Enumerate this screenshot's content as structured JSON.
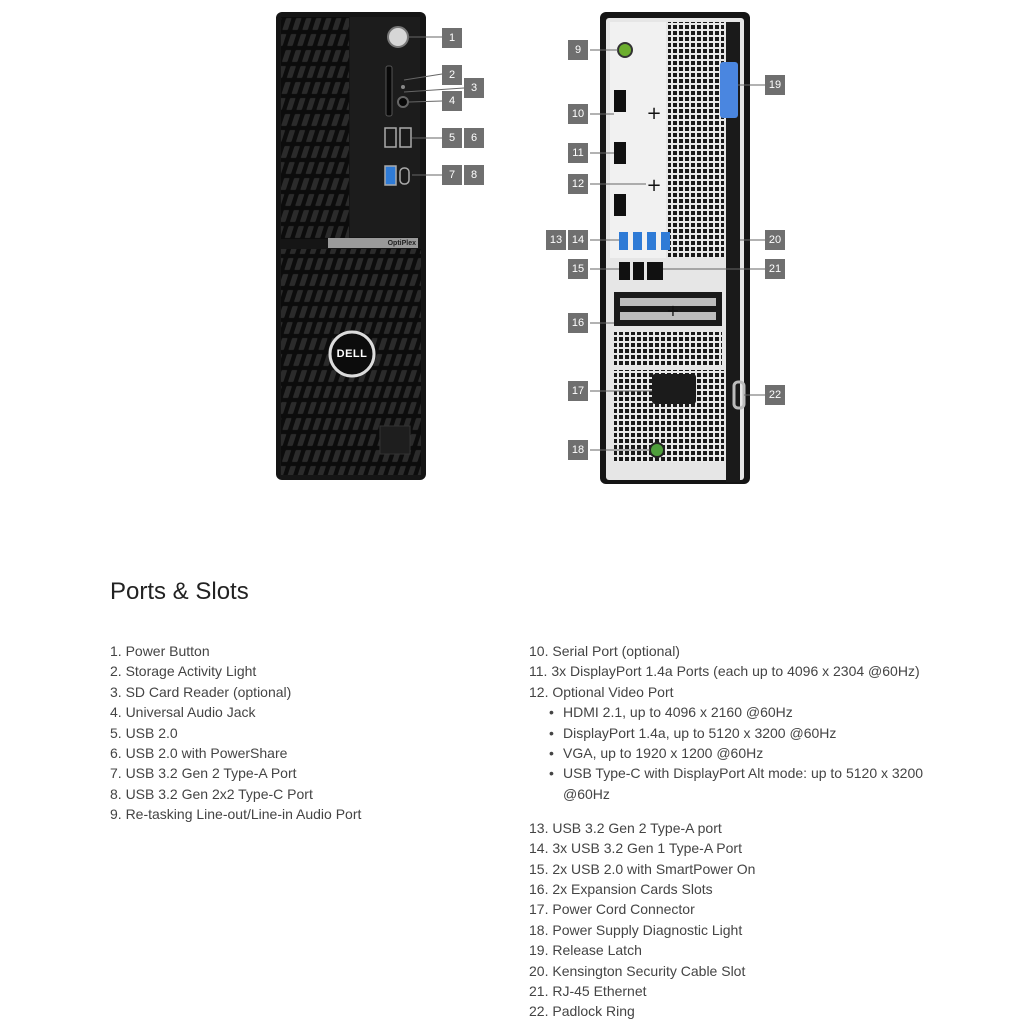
{
  "callouts": {
    "c1": "1",
    "c2": "2",
    "c3": "3",
    "c4": "4",
    "c5": "5",
    "c6": "6",
    "c7": "7",
    "c8": "8",
    "c9": "9",
    "c10": "10",
    "c11": "11",
    "c12": "12",
    "c13": "13",
    "c14": "14",
    "c15": "15",
    "c16": "16",
    "c17": "17",
    "c18": "18",
    "c19": "19",
    "c20": "20",
    "c21": "21",
    "c22": "22"
  },
  "product": {
    "brand_badge": "OptiPlex",
    "logo_text": "DELL"
  },
  "section": {
    "title": "Ports & Slots"
  },
  "list_left": [
    "1. Power Button",
    "2. Storage Activity Light",
    "3. SD Card Reader (optional)",
    "4. Universal Audio Jack",
    "5. USB 2.0",
    "6. USB 2.0 with PowerShare",
    "7. USB 3.2 Gen 2 Type-A Port",
    "8. USB 3.2 Gen 2x2 Type-C Port",
    "9. Re-tasking Line-out/Line-in Audio Port"
  ],
  "list_right_top": [
    "10. Serial Port (optional)",
    "11. 3x DisplayPort 1.4a Ports (each up to 4096 x 2304 @60Hz)",
    "12. Optional Video Port"
  ],
  "list_right_sub": [
    "HDMI 2.1, up to 4096 x 2160 @60Hz",
    "DisplayPort 1.4a, up to 5120 x 3200 @60Hz",
    "VGA, up to 1920 x 1200 @60Hz",
    "USB Type-C with DisplayPort Alt mode: up to 5120 x 3200 @60Hz"
  ],
  "list_right_bottom": [
    "13. USB 3.2 Gen 2 Type-A port",
    "14. 3x USB 3.2 Gen 1 Type-A Port",
    "15. 2x USB 2.0 with SmartPower On",
    "16. 2x Expansion Cards Slots",
    "17. Power Cord Connector",
    "18. Power Supply Diagnostic Light",
    "19. Release Latch",
    "20. Kensington Security Cable Slot",
    "21. RJ-45 Ethernet",
    "22. Padlock Ring"
  ]
}
